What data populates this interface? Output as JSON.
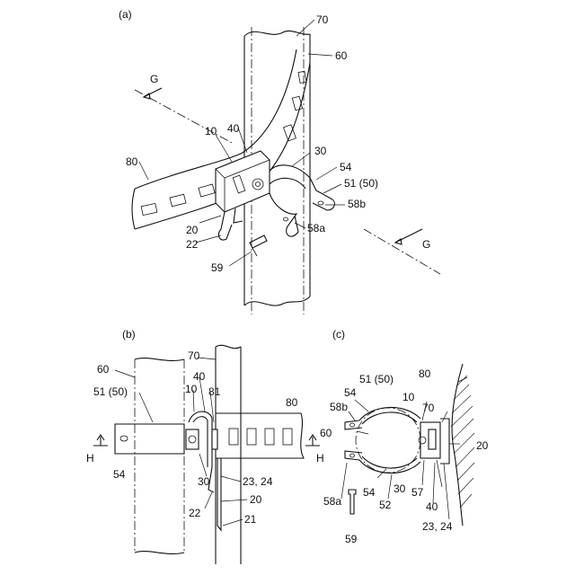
{
  "panels": {
    "a": {
      "tag": "(a)"
    },
    "b": {
      "tag": "(b)"
    },
    "c": {
      "tag": "(c)"
    }
  },
  "labels": {
    "n70": "70",
    "n60": "60",
    "n80": "80",
    "n10": "10",
    "n40": "40",
    "n30": "30",
    "n54": "54",
    "n51": "51 (50)",
    "n58b": "58b",
    "n58a": "58a",
    "n20": "20",
    "n22": "22",
    "n59": "59",
    "n81": "81",
    "n23_24": "23, 24",
    "n21": "21",
    "n52": "52",
    "n57": "57",
    "G": "G",
    "H": "H"
  }
}
